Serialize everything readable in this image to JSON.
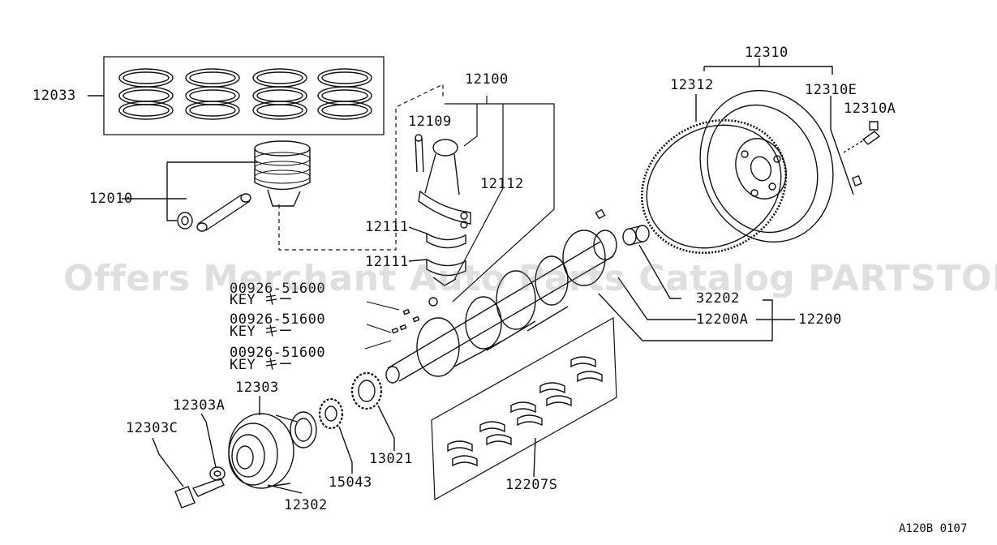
{
  "labels": {
    "rings": "12033",
    "piston": "12010",
    "rod_assembly": "12100",
    "rod_bolt": "12109",
    "rod_nut": "12112",
    "bearing_upper": "12111",
    "bearing_lower": "12111",
    "key1_part": "00926-51600",
    "key1_name": "KEY キー",
    "key2_part": "00926-51600",
    "key2_name": "KEY キー",
    "key3_part": "00926-51600",
    "key3_name": "KEY キー",
    "flywheel": "12310",
    "ring_gear": "12312",
    "flywheel_e": "12310E",
    "flywheel_bolt": "12310A",
    "pilot_bushing": "32202",
    "crankshaft_a": "12200A",
    "crankshaft": "12200",
    "main_bearings": "12207S",
    "pulley": "12303",
    "pulley_washer": "12303A",
    "pulley_bolt": "12303C",
    "pulley_hub": "12302",
    "sprocket": "15043",
    "gear": "13021"
  },
  "watermark": "Offers Merchant Auto Parts Catalog PARTSTORE.SA",
  "diagram_code": "A120B 0107"
}
